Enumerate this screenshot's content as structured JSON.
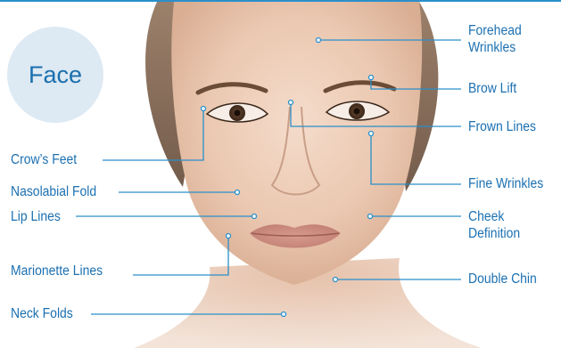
{
  "badge": {
    "label": "Face"
  },
  "labels": {
    "forehead_line1": "Forehead",
    "forehead_line2": "Wrinkles",
    "brow_lift": "Brow Lift",
    "frown_lines": "Frown Lines",
    "fine_wrinkles": "Fine Wrinkles",
    "cheek_line1": "Cheek",
    "cheek_line2": "Definition",
    "double_chin": "Double Chin",
    "crows_feet": "Crow’s Feet",
    "nasolabial_fold": "Nasolabial Fold",
    "lip_lines": "Lip Lines",
    "marionette_lines": "Marionette Lines",
    "neck_folds": "Neck Folds"
  },
  "colors": {
    "accent": "#1b70b1",
    "line": "#2a8fcb",
    "badge_fill": "#dde9f3",
    "skin": "#e9c8b2",
    "hair": "#7a5a43"
  }
}
